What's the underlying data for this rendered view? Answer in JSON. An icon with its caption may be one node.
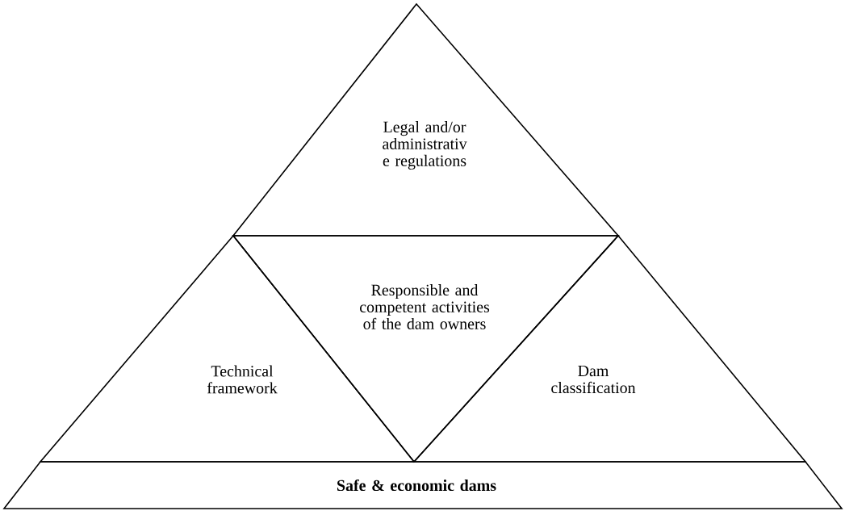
{
  "diagram": {
    "nodes": [
      {
        "text": [
          "Legal and/or administrativ e regulations"
        ]
      },
      {
        "text": [
          "Technical framework"
        ]
      },
      {
        "text": [
          "Responsible and competent activities of the dam owners"
        ]
      },
      {
        "text": [
          "Dam classification"
        ]
      },
      {
        "text": [
          "**Safe & economic dams**"
        ]
      }
    ]
  }
}
